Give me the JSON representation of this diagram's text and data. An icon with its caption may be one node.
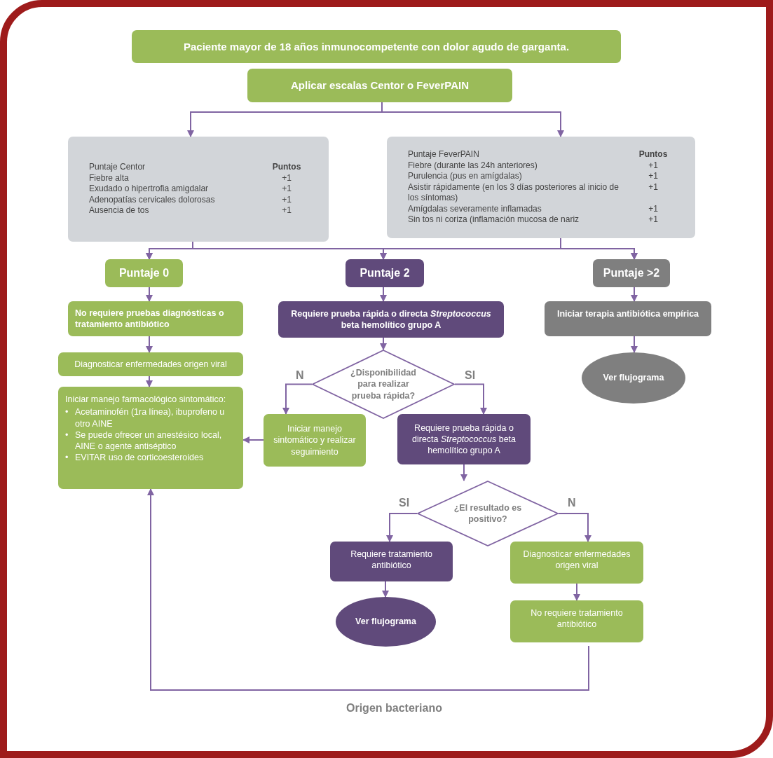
{
  "diagram": {
    "nodes": [
      {
        "text": [
          "Paciente mayor de 18 años inmunocompetente con dolor agudo de garganta."
        ]
      },
      {
        "text": [
          "Aplicar escalas Centor o FeverPAIN"
        ]
      },
      {
        "text": [
          "Puntaje Centor",
          "Puntos",
          "Fiebre alta",
          "+1",
          "Exudado o hipertrofia amigdalar",
          "+1",
          "Adenopatías cervicales dolorosas",
          "+1",
          "Ausencia de tos",
          "+1"
        ]
      },
      {
        "text": [
          "Puntaje FeverPAIN",
          "Puntos",
          "Fiebre (durante las 24h anteriores)",
          "+1",
          "Purulencia (pus en amígdalas)",
          "+1",
          "Asistir rápidamente (en los 3 días posteriores al inicio de los síntomas)",
          "+1",
          "Amígdalas severamente inflamadas",
          "+1",
          "Sin tos ni coriza (inflamación mucosa de nariz",
          "+1"
        ]
      },
      {
        "text": [
          "Puntaje 0"
        ]
      },
      {
        "text": [
          "Puntaje 2"
        ]
      },
      {
        "text": [
          "Puntaje >2"
        ]
      },
      {
        "text": [
          "No requiere pruebas diagnósticas o tratamiento antibiótico"
        ]
      },
      {
        "text": [
          "Requiere prueba rápida o directa *Streptococcus* beta hemolítico grupo A"
        ]
      },
      {
        "text": [
          "Iniciar terapia antibiótica empírica"
        ]
      },
      {
        "text": [
          "Diagnosticar enfermedades origen viral"
        ]
      },
      {
        "text": [
          "¿Disponibilidad para realizar prueba rápida?"
        ]
      },
      {
        "text": [
          "Ver flujograma"
        ]
      },
      {
        "text": [
          "Iniciar manejo farmacológico sintomático:",
          "•",
          "Acetaminofén (1ra línea), ibuprofeno u otro AINE",
          "•",
          "Se puede ofrecer un anestésico local, AINE o agente antiséptico",
          "•",
          "EVITAR uso de corticoesteroides"
        ]
      },
      {
        "text": [
          "Iniciar manejo sintomático y realizar seguimiento"
        ]
      },
      {
        "text": [
          "Requiere prueba rápida o directa *Streptococcus* beta hemolítico grupo A"
        ]
      },
      {
        "text": [
          "¿El resultado es positivo?"
        ]
      },
      {
        "text": [
          "Requiere tratamiento antibiótico"
        ]
      },
      {
        "text": [
          "Diagnosticar enfermedades origen viral"
        ]
      },
      {
        "text": [
          "Ver flujograma"
        ]
      },
      {
        "text": [
          "No requiere tratamiento antibiótico"
        ]
      }
    ],
    "edges": [
      {
        "from": 1,
        "to": 2,
        "arrow": "to"
      },
      {
        "from": 1,
        "to": 3,
        "arrow": "to"
      },
      {
        "from": 2,
        "to": 4,
        "arrow": "to"
      },
      {
        "from": 2,
        "to": 5,
        "arrow": "to"
      },
      {
        "from": 2,
        "to": 6,
        "arrow": "to"
      },
      {
        "from": 3,
        "to": 4,
        "arrow": "to"
      },
      {
        "from": 3,
        "to": 5,
        "arrow": "to"
      },
      {
        "from": 3,
        "to": 6,
        "arrow": "to"
      },
      {
        "from": 4,
        "to": 7,
        "arrow": "to"
      },
      {
        "from": 5,
        "to": 8,
        "arrow": "to"
      },
      {
        "from": 6,
        "to": 9,
        "arrow": "to"
      },
      {
        "from": 7,
        "to": 10,
        "arrow": "to"
      },
      {
        "from": 8,
        "to": 11,
        "arrow": "to"
      },
      {
        "from": 9,
        "to": 12,
        "arrow": "to"
      },
      {
        "from": 10,
        "to": 13,
        "arrow": "to"
      },
      {
        "from": 11,
        "to": 14,
        "label": "N",
        "arrow": "to"
      },
      {
        "from": 11,
        "to": 15,
        "label": "SI",
        "arrow": "to"
      },
      {
        "from": 14,
        "to": 13,
        "arrow": "to"
      },
      {
        "from": 15,
        "to": 16,
        "arrow": "to"
      },
      {
        "from": 16,
        "to": 17,
        "label": "SI",
        "arrow": "to"
      },
      {
        "from": 16,
        "to": 18,
        "label": "N",
        "arrow": "to"
      },
      {
        "from": 17,
        "to": 19,
        "arrow": "to"
      },
      {
        "from": 18,
        "to": 20,
        "arrow": "to"
      },
      {
        "from": 20,
        "to": 13,
        "label": "Origen bacteriano",
        "arrow": "to"
      }
    ]
  }
}
